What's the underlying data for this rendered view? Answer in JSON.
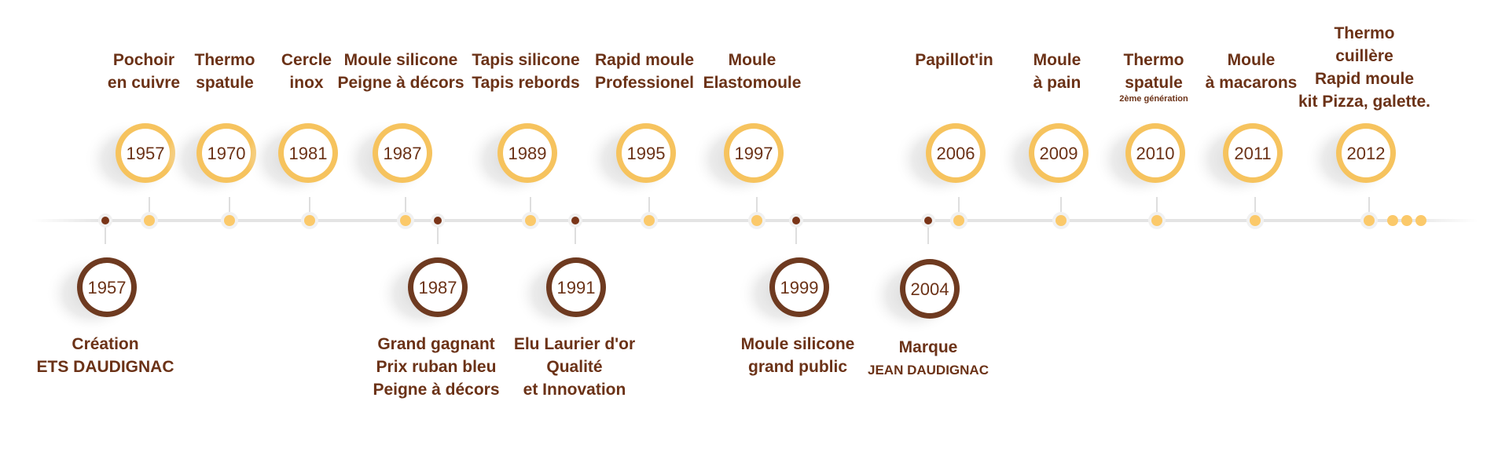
{
  "colors": {
    "gold": "#fbc96a",
    "gold_ring": "#f6c35e",
    "brown": "#6b3217",
    "brown_ring": "#6e3a20",
    "dot_brown": "#7a3518",
    "line": "#e6e6e6",
    "text": "#6b3217"
  },
  "top_events": [
    {
      "year": "1957",
      "lines": [
        "Pochoir",
        "en cuivre"
      ]
    },
    {
      "year": "1970",
      "lines": [
        "Thermo",
        "spatule"
      ]
    },
    {
      "year": "1981",
      "lines": [
        "Cercle",
        "inox"
      ]
    },
    {
      "year": "1987",
      "lines": [
        "Moule silicone",
        "Peigne à décors"
      ]
    },
    {
      "year": "1989",
      "lines": [
        "Tapis silicone",
        "Tapis rebords"
      ]
    },
    {
      "year": "1995",
      "lines": [
        "Rapid moule",
        "Professionel"
      ]
    },
    {
      "year": "1997",
      "lines": [
        "Moule",
        "Elastomoule"
      ]
    },
    {
      "year": "2006",
      "lines": [
        "Papillot'in"
      ]
    },
    {
      "year": "2009",
      "lines": [
        "Moule",
        "à pain"
      ]
    },
    {
      "year": "2010",
      "lines": [
        "Thermo",
        "spatule"
      ],
      "note": "2ème génération"
    },
    {
      "year": "2011",
      "lines": [
        "Moule",
        "à macarons"
      ]
    },
    {
      "year": "2012",
      "lines": [
        "Thermo",
        "cuillère",
        "Rapid moule",
        "kit Pizza, galette."
      ]
    }
  ],
  "bottom_events": [
    {
      "year": "1957",
      "lines": [
        "Création",
        "ETS DAUDIGNAC"
      ]
    },
    {
      "year": "1987",
      "lines": [
        "Grand gagnant",
        "Prix ruban bleu",
        "Peigne à décors"
      ]
    },
    {
      "year": "1991",
      "lines": [
        "Elu Laurier d'or",
        "Qualité",
        "et Innovation"
      ]
    },
    {
      "year": "1999",
      "lines": [
        "Moule silicone",
        "grand public"
      ]
    },
    {
      "year": "2004",
      "lines": [
        "Marque"
      ],
      "sub": "JEAN DAUDIGNAC"
    }
  ],
  "continuation": "..."
}
